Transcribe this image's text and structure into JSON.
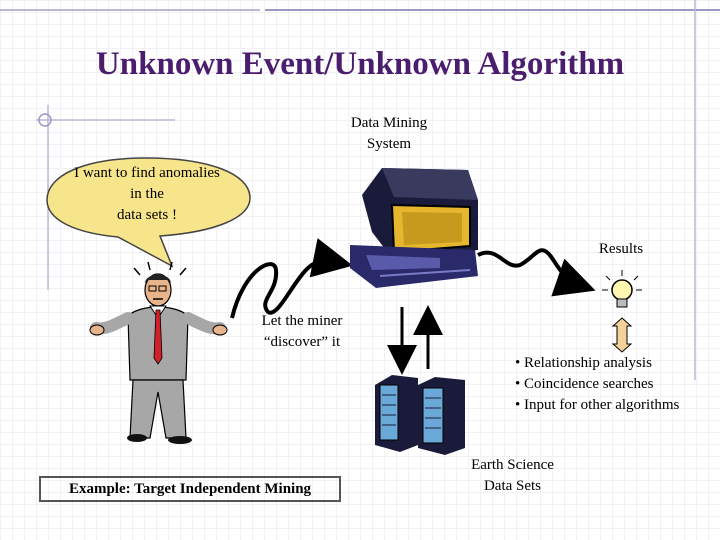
{
  "title": "Unknown Event/Unknown Algorithm",
  "system_label_1": "Data Mining",
  "system_label_2": "System",
  "bubble": [
    "I want to find anomalies",
    "in the",
    "data sets !"
  ],
  "results_label": "Results",
  "miner_label_1": "Let the miner",
  "miner_label_2": "“discover” it",
  "bullets": [
    "• Relationship analysis",
    "• Coincidence searches",
    "• Input for other algorithms"
  ],
  "earth_label_1": "Earth Science",
  "earth_label_2": "Data Sets",
  "example": "Example: Target Independent Mining",
  "colors": {
    "title": "#4b1d6e",
    "bubble_fill": "#f7e58c",
    "computer_body": "#1a1a3a",
    "screen": "#e6b72e"
  },
  "icons": [
    "person-icon",
    "computer-icon",
    "lightbulb-icon",
    "server-icon",
    "speech-bubble-icon"
  ]
}
